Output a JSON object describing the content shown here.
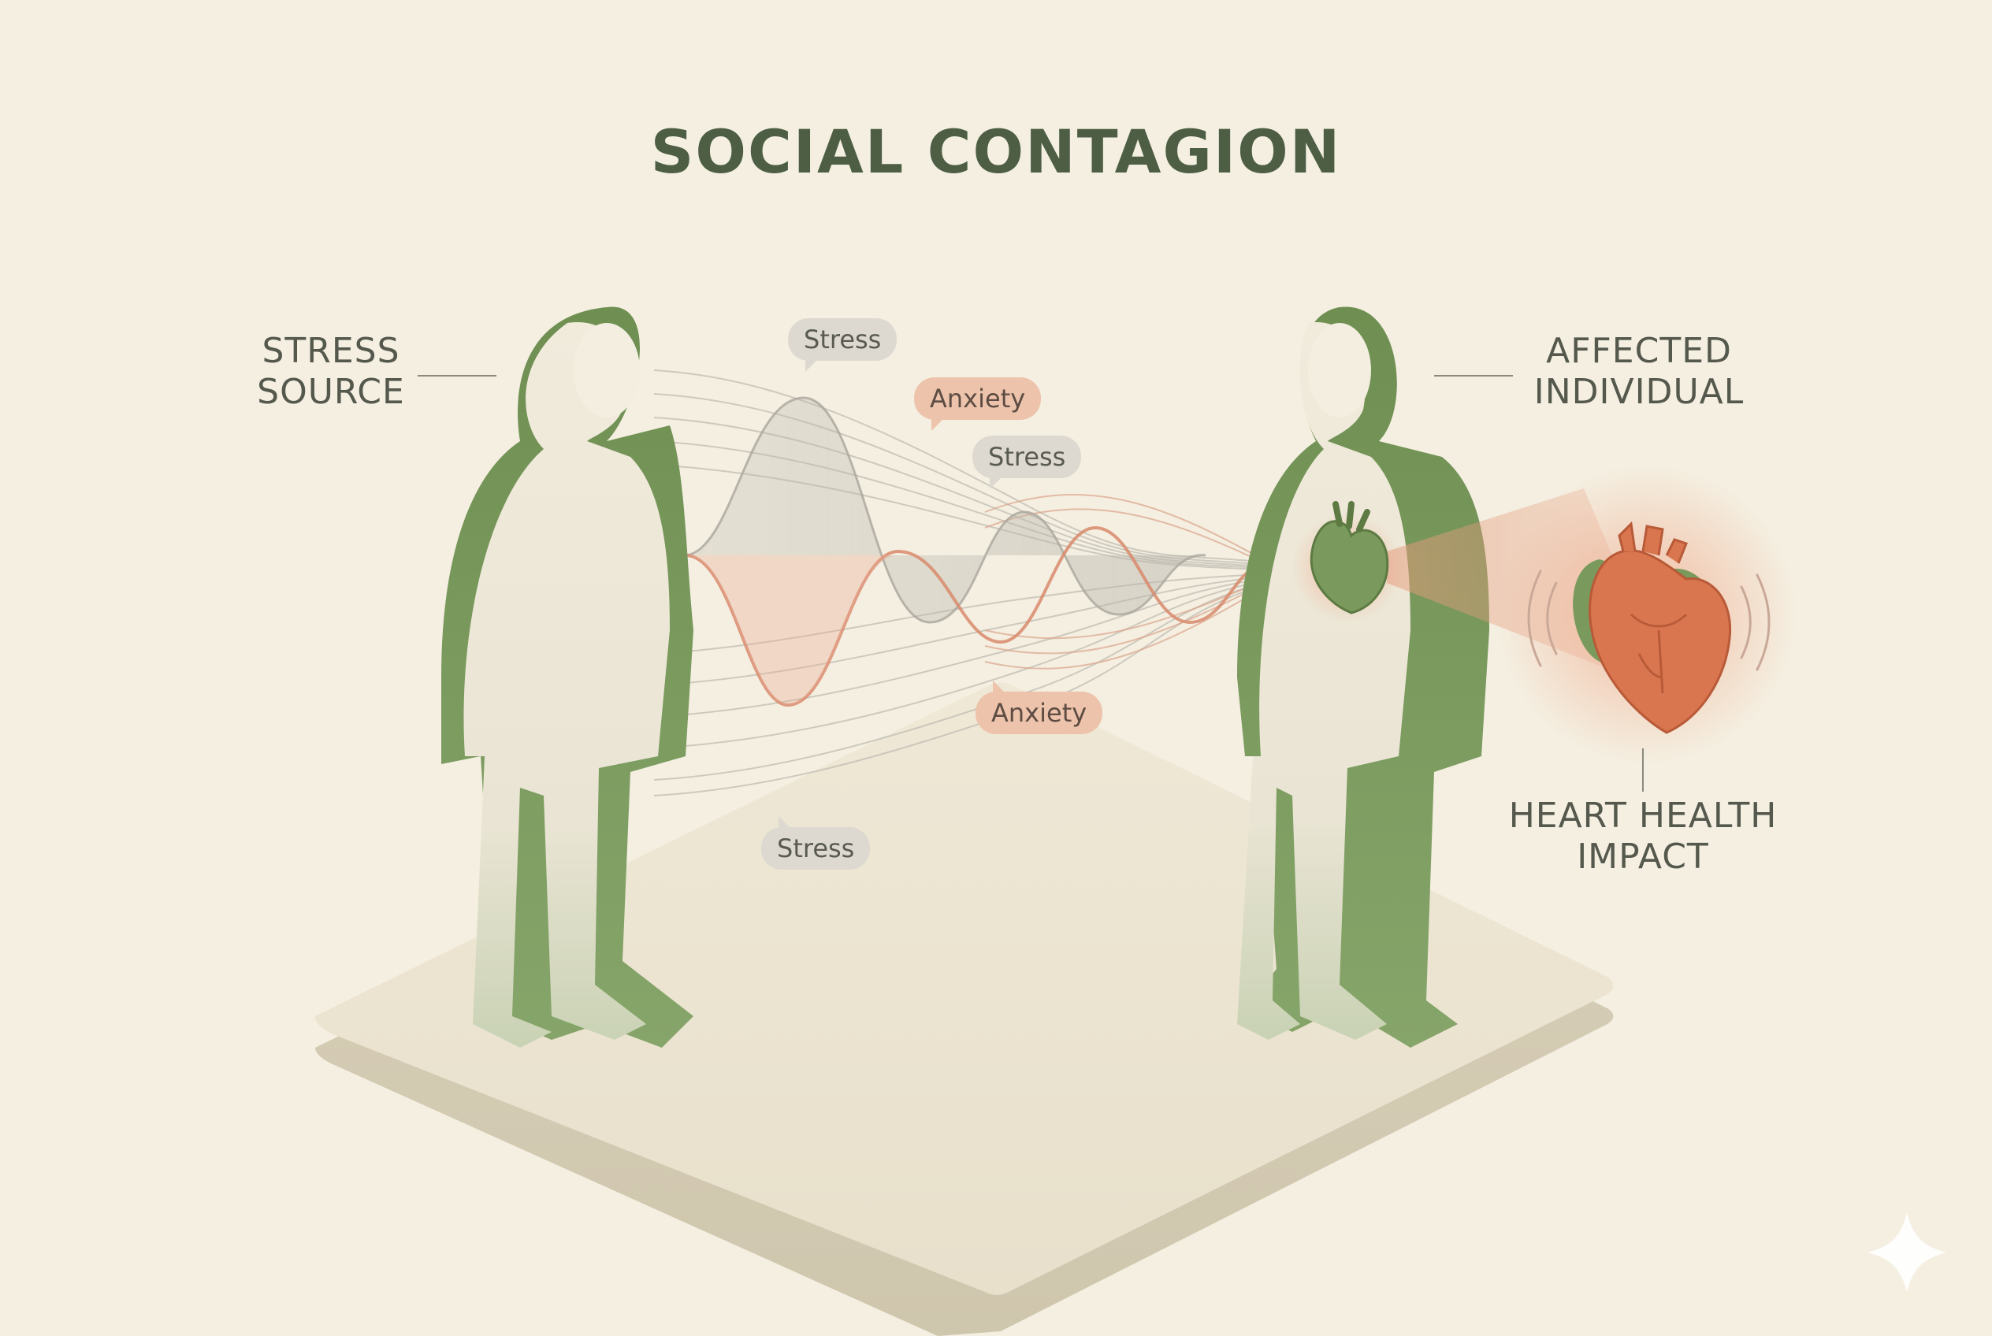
{
  "title": "SOCIAL CONTAGION",
  "labels": {
    "source": [
      "STRESS",
      "SOURCE"
    ],
    "affected": [
      "AFFECTED",
      "INDIVIDUAL"
    ],
    "heart": [
      "HEART HEALTH",
      "IMPACT"
    ]
  },
  "bubbles": [
    {
      "text": "Stress",
      "tone": "gray"
    },
    {
      "text": "Anxiety",
      "tone": "peach"
    },
    {
      "text": "Stress",
      "tone": "gray"
    },
    {
      "text": "Anxiety",
      "tone": "peach"
    },
    {
      "text": "Stress",
      "tone": "gray"
    }
  ],
  "colors": {
    "background": "#f4efe1",
    "figure_green": "#7a9a5d",
    "figure_light": "#eee8d8",
    "wave_red": "#d88a6c",
    "heart_red": "#d9764f",
    "title": "#4d5e44"
  },
  "icons": [
    "person-figure-icon",
    "heart-icon",
    "sparkle-icon"
  ]
}
